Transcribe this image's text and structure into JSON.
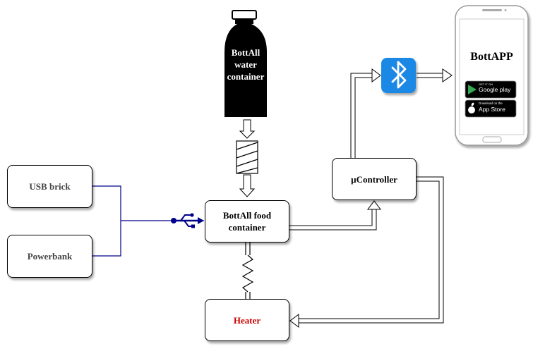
{
  "nodes": {
    "usb_brick": "USB brick",
    "powerbank": "Powerbank",
    "food_container": "BottAll food container",
    "heater": "Heater",
    "controller": "µController",
    "water_container": [
      "BottAll",
      "water",
      "container"
    ]
  },
  "phone": {
    "app_title": "BottAPP",
    "google_play_small": "GET IT ON",
    "google_play": "Google play",
    "app_store_small": "Download on the",
    "app_store": "App Store"
  },
  "icons": {
    "bluetooth": "bluetooth-icon",
    "usb": "usb-icon",
    "resistor": "resistor-icon",
    "filter": "filter-icon"
  },
  "colors": {
    "heater_text": "#cc0000",
    "usb_line": "#00008b",
    "bluetooth_bg": "#1e88e5"
  }
}
